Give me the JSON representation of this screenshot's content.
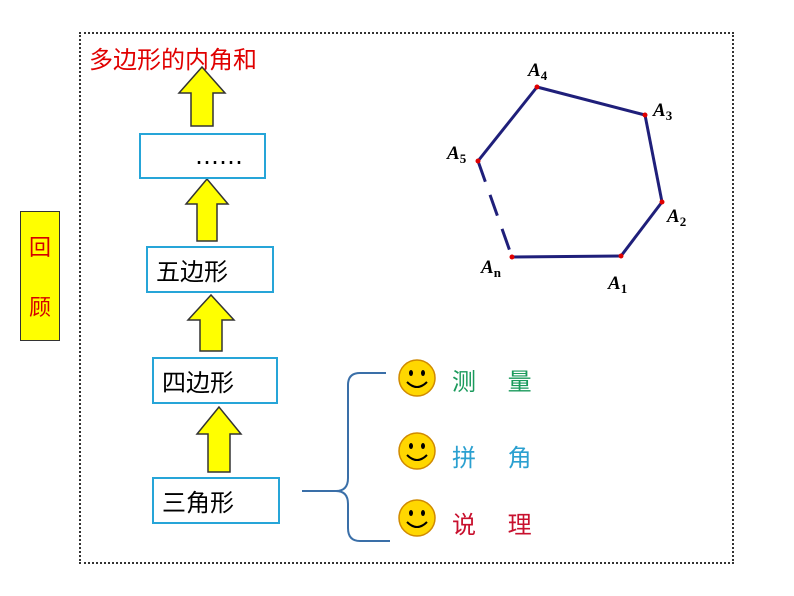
{
  "title": "多边形的内角和",
  "sidebar": {
    "chars": [
      "回",
      "顾"
    ]
  },
  "boxes": {
    "triangle": "三角形",
    "quadrilateral": "四边形",
    "pentagon": "五边形",
    "ellipsis": "……"
  },
  "methods": [
    {
      "label": "测 量",
      "color": "#1a9a5c"
    },
    {
      "label": "拼 角",
      "color": "#2ba0d0"
    },
    {
      "label": "说 理",
      "color": "#c8102e"
    }
  ],
  "polygon": {
    "vertices": [
      {
        "name": "A",
        "sub": "1"
      },
      {
        "name": "A",
        "sub": "2"
      },
      {
        "name": "A",
        "sub": "3"
      },
      {
        "name": "A",
        "sub": "4"
      },
      {
        "name": "A",
        "sub": "5"
      },
      {
        "name": "A",
        "sub": "n"
      }
    ]
  },
  "colors": {
    "arrow": "#ffff00",
    "box_border": "#26a5d8",
    "polygon_line": "#1f1f7a",
    "smiley": "#ffd700",
    "title": "#e00000"
  }
}
